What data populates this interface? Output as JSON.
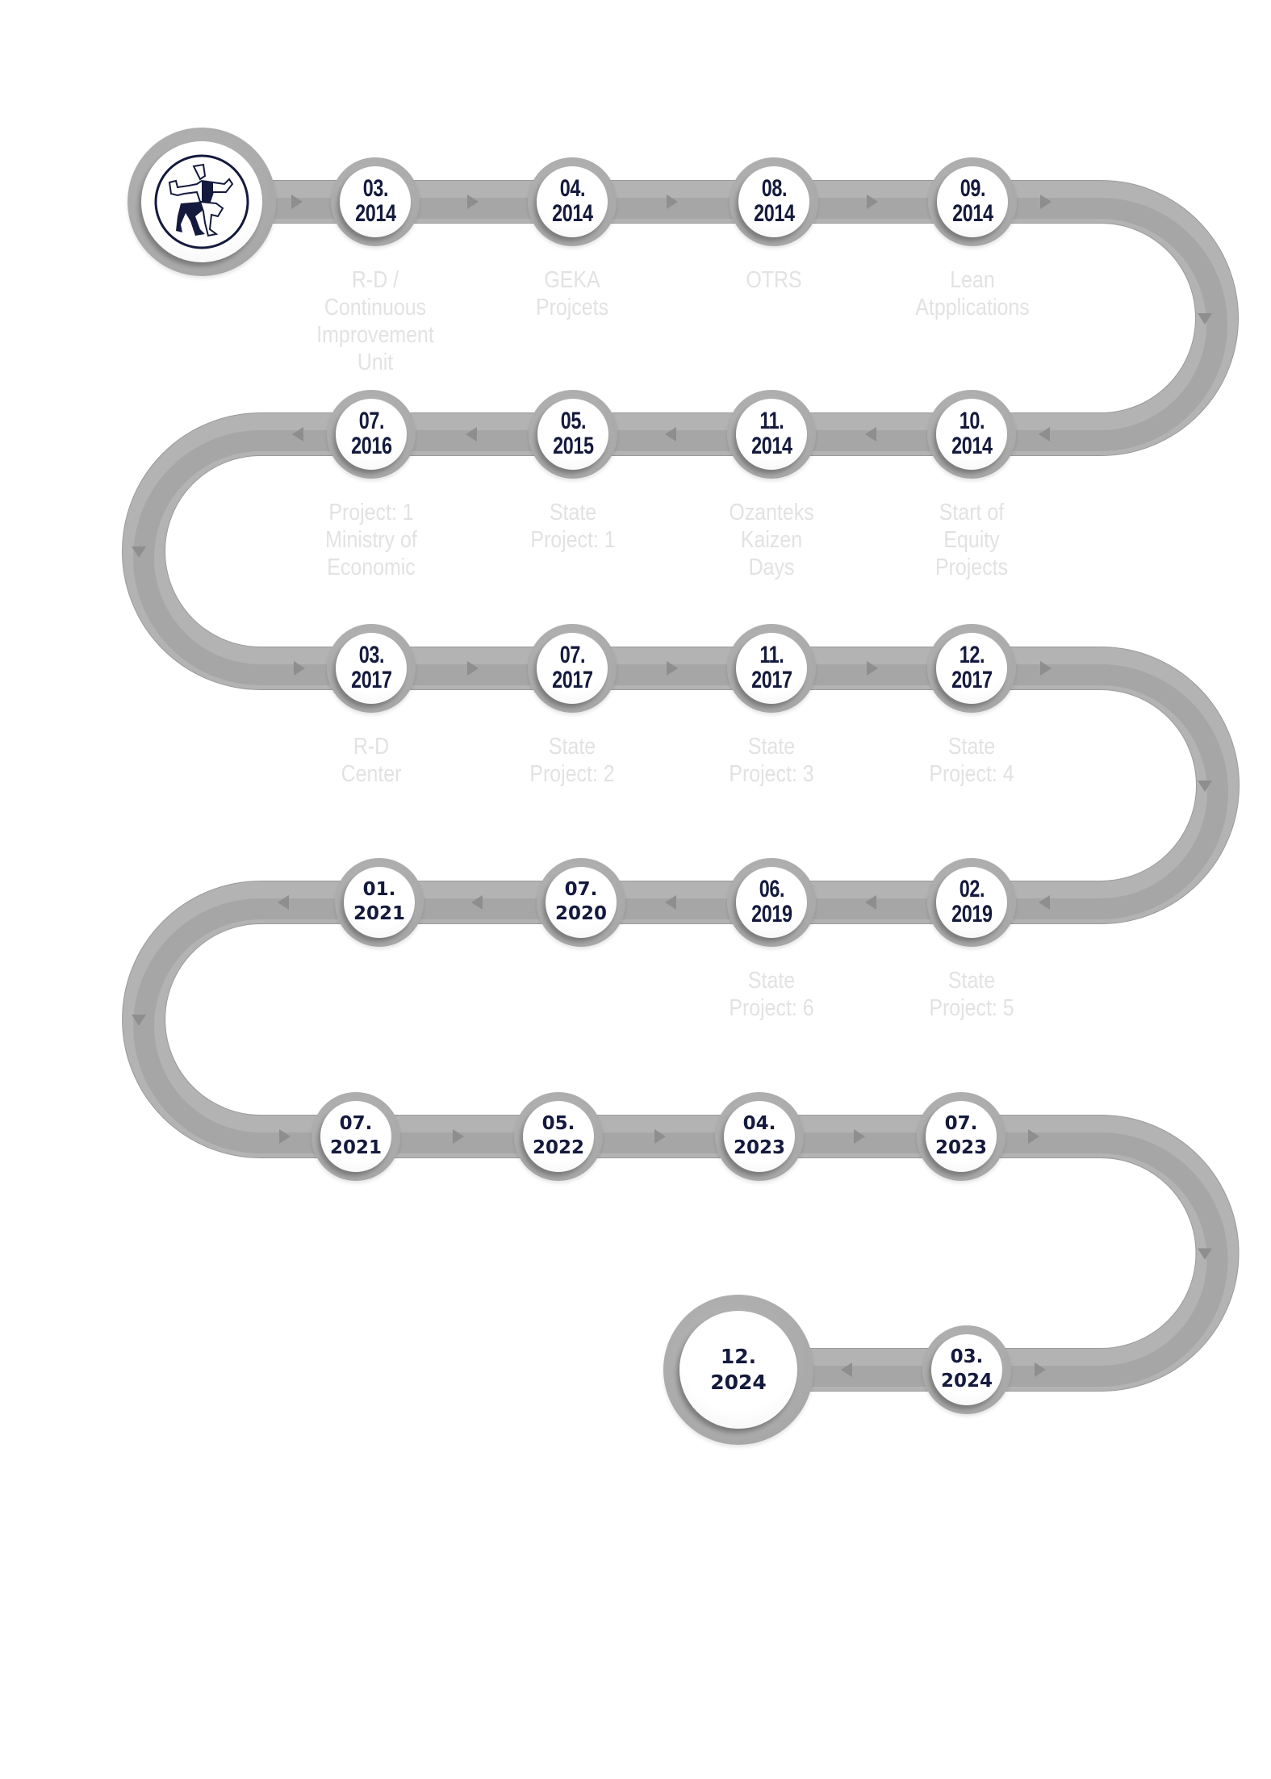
{
  "timeline": {
    "logo": {
      "icon": "dancer-logo-icon"
    },
    "colors": {
      "date_text": "#141a3d",
      "label_text": "#e2e2e2",
      "road_light": "#b3b3b3",
      "road_dark": "#a6a6a6",
      "arrow": "#8e8e8e"
    },
    "milestones": [
      {
        "date_line1": "03.",
        "date_line2": "2014",
        "label": [
          "R-D /",
          "Continuous Improvement",
          "Unit"
        ]
      },
      {
        "date_line1": "04.",
        "date_line2": "2014",
        "label": [
          "GEKA",
          "Projcets"
        ]
      },
      {
        "date_line1": "08.",
        "date_line2": "2014",
        "label": [
          "OTRS"
        ]
      },
      {
        "date_line1": "09.",
        "date_line2": "2014",
        "label": [
          "Lean",
          "Atpplications"
        ]
      },
      {
        "date_line1": "10.",
        "date_line2": "2014",
        "label": [
          "Start of",
          "Equity",
          "Projects"
        ]
      },
      {
        "date_line1": "11.",
        "date_line2": "2014",
        "label": [
          "Ozanteks",
          "Kaizen",
          "Days"
        ]
      },
      {
        "date_line1": "05.",
        "date_line2": "2015",
        "label": [
          "State",
          "Project: 1"
        ]
      },
      {
        "date_line1": "07.",
        "date_line2": "2016",
        "label": [
          "Project: 1",
          "Ministry of",
          "Economic"
        ]
      },
      {
        "date_line1": "03.",
        "date_line2": "2017",
        "label": [
          "R-D",
          "Center"
        ]
      },
      {
        "date_line1": "07.",
        "date_line2": "2017",
        "label": [
          "State",
          "Project: 2"
        ]
      },
      {
        "date_line1": "11.",
        "date_line2": "2017",
        "label": [
          "State",
          "Project: 3"
        ]
      },
      {
        "date_line1": "12.",
        "date_line2": "2017",
        "label": [
          "State",
          "Project: 4"
        ]
      },
      {
        "date_line1": "02.",
        "date_line2": "2019",
        "label": [
          "State",
          "Project: 5"
        ]
      },
      {
        "date_line1": "06.",
        "date_line2": "2019",
        "label": [
          "State",
          "Project: 6"
        ]
      },
      {
        "date_line1": "07.",
        "date_line2": "2020",
        "label": []
      },
      {
        "date_line1": "01.",
        "date_line2": "2021",
        "label": []
      },
      {
        "date_line1": "07.",
        "date_line2": "2021",
        "label": []
      },
      {
        "date_line1": "05.",
        "date_line2": "2022",
        "label": []
      },
      {
        "date_line1": "04.",
        "date_line2": "2023",
        "label": []
      },
      {
        "date_line1": "07.",
        "date_line2": "2023",
        "label": []
      },
      {
        "date_line1": "03.",
        "date_line2": "2024",
        "label": []
      },
      {
        "date_line1": "12.",
        "date_line2": "2024",
        "label": []
      }
    ]
  }
}
